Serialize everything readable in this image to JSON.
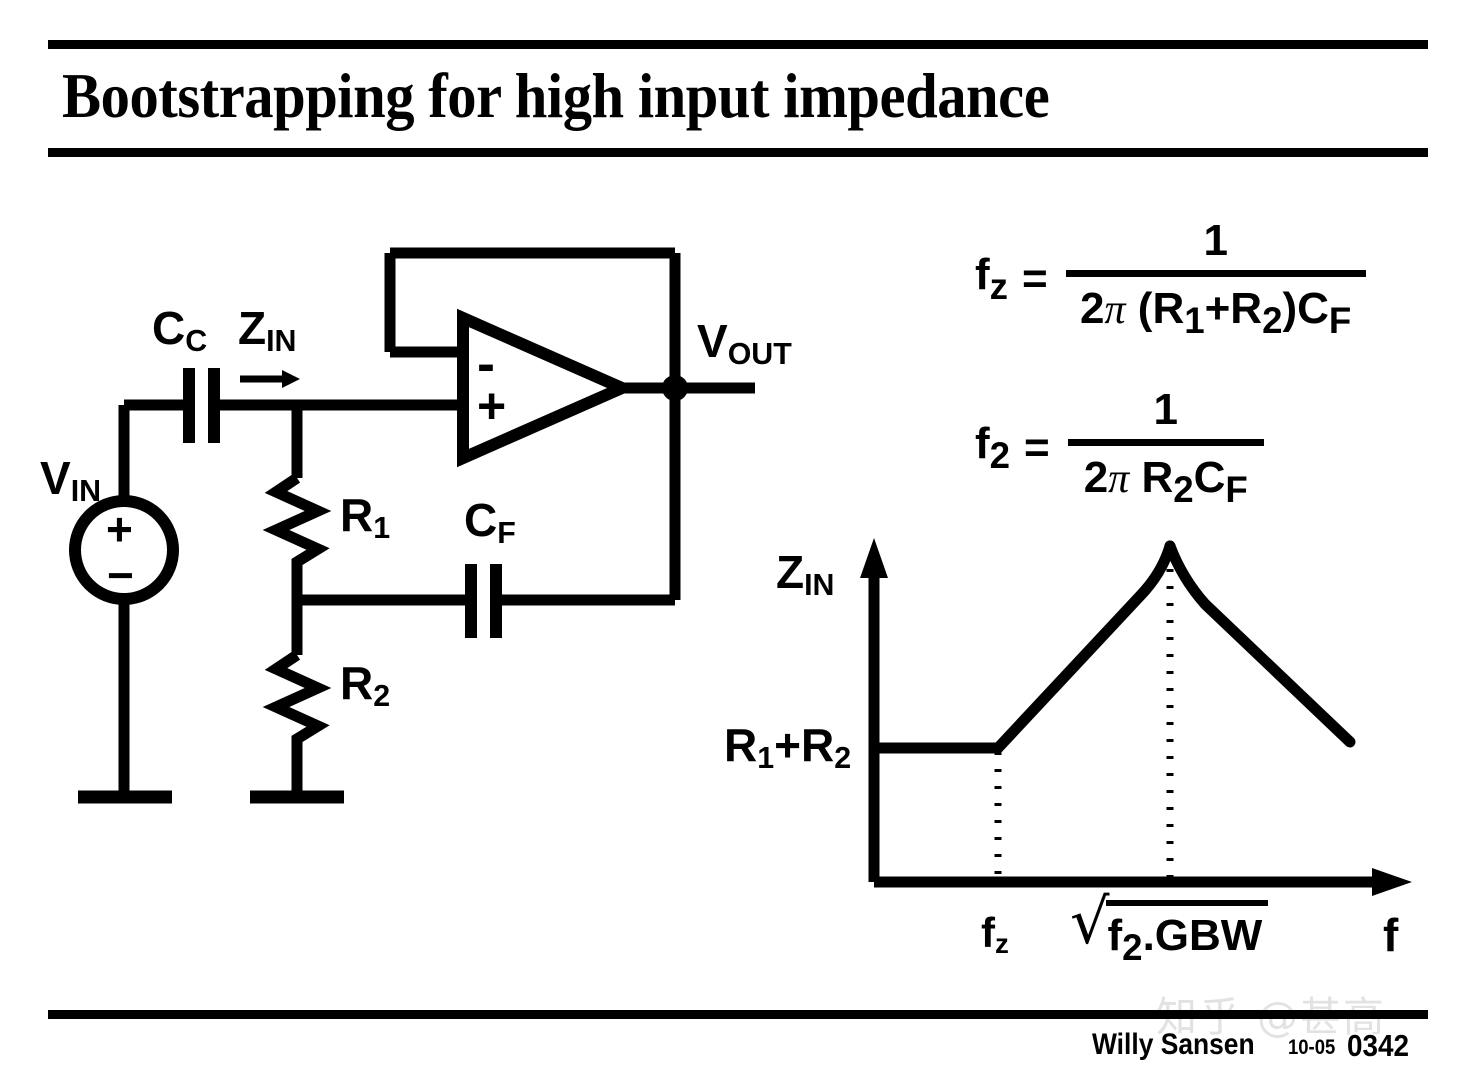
{
  "slide": {
    "title": "Bootstrapping for high input impedance",
    "watermark": "知乎 @甚高"
  },
  "circuit": {
    "source_label_v": "V",
    "source_label_sub": "IN",
    "coupling_cap_label": "C",
    "coupling_cap_sub": "C",
    "zin_label": "Z",
    "zin_sub": "IN",
    "r1_label": "R",
    "r1_sub": "1",
    "r2_label": "R",
    "r2_sub": "2",
    "cf_label": "C",
    "cf_sub": "F",
    "vout_label": "V",
    "vout_sub": "OUT",
    "opamp_minus": "-",
    "opamp_plus": "+",
    "source_plus": "+",
    "source_minus": "−"
  },
  "formulas": [
    {
      "lhs": "f",
      "lhs_sub": "z",
      "eq": "=",
      "numerator": "1",
      "denominator_prefix": "2",
      "denominator_pi": "π",
      "denominator_rest": " (R",
      "denominator_full": "2π (R1+R2)CF",
      "den_parts": [
        "2",
        "π",
        " (R",
        "1",
        "+R",
        "2",
        ")C",
        "F"
      ]
    },
    {
      "lhs": "f",
      "lhs_sub": "2",
      "eq": "=",
      "numerator": "1",
      "denominator_full": "2π R2CF",
      "den_parts": [
        "2",
        "π",
        " R",
        "2",
        "C",
        "F"
      ]
    }
  ],
  "chart_data": {
    "type": "line",
    "title": "",
    "xlabel": "f",
    "ylabel": "Z_IN",
    "ylabel_main": "Z",
    "ylabel_sub": "IN",
    "xlabel_main": "f",
    "y_tick_labels": [
      "R1+R2"
    ],
    "y_tick_main": "R",
    "y_tick_sub1": "1",
    "y_tick_plus": "+R",
    "y_tick_sub2": "2",
    "x_tick_labels": [
      "fz",
      "√(f2.GBW)"
    ],
    "x_tick_1_main": "f",
    "x_tick_1_sub": "z",
    "x_tick_2_radicand_main": "f",
    "x_tick_2_radicand_sub": "2",
    "x_tick_2_radicand_rest": ".GBW",
    "x_tick_2_sqrt": "√",
    "grid": false,
    "legend": "none",
    "axis_ranges": {
      "x": [
        "0",
        "decade-log"
      ],
      "y": [
        "0",
        "peak"
      ]
    },
    "series": [
      {
        "name": "Z_IN(f)",
        "description": "flat at R1+R2 until fz, rises +20dB/dec to a peak at sqrt(f2.GBW), then falls",
        "points": [
          {
            "x": 0.0,
            "y": 0.27,
            "note": "flat at R1+R2"
          },
          {
            "x": 0.37,
            "y": 0.27,
            "note": "fz breakpoint"
          },
          {
            "x": 0.88,
            "y": 1.0,
            "note": "peak at sqrt(f2.GBW)"
          },
          {
            "x": 1.0,
            "y": 0.72
          },
          {
            "x": 1.45,
            "y": 0.32,
            "note": "end of roll-off"
          }
        ]
      }
    ],
    "markers": [
      {
        "label": "fz",
        "x": 0.37,
        "style": "dotted-vertical"
      },
      {
        "label": "sqrt(f2.GBW)",
        "x": 0.88,
        "style": "dotted-vertical"
      }
    ]
  },
  "footer": {
    "author": "Willy Sansen",
    "date": "10-05",
    "number": "0342"
  }
}
